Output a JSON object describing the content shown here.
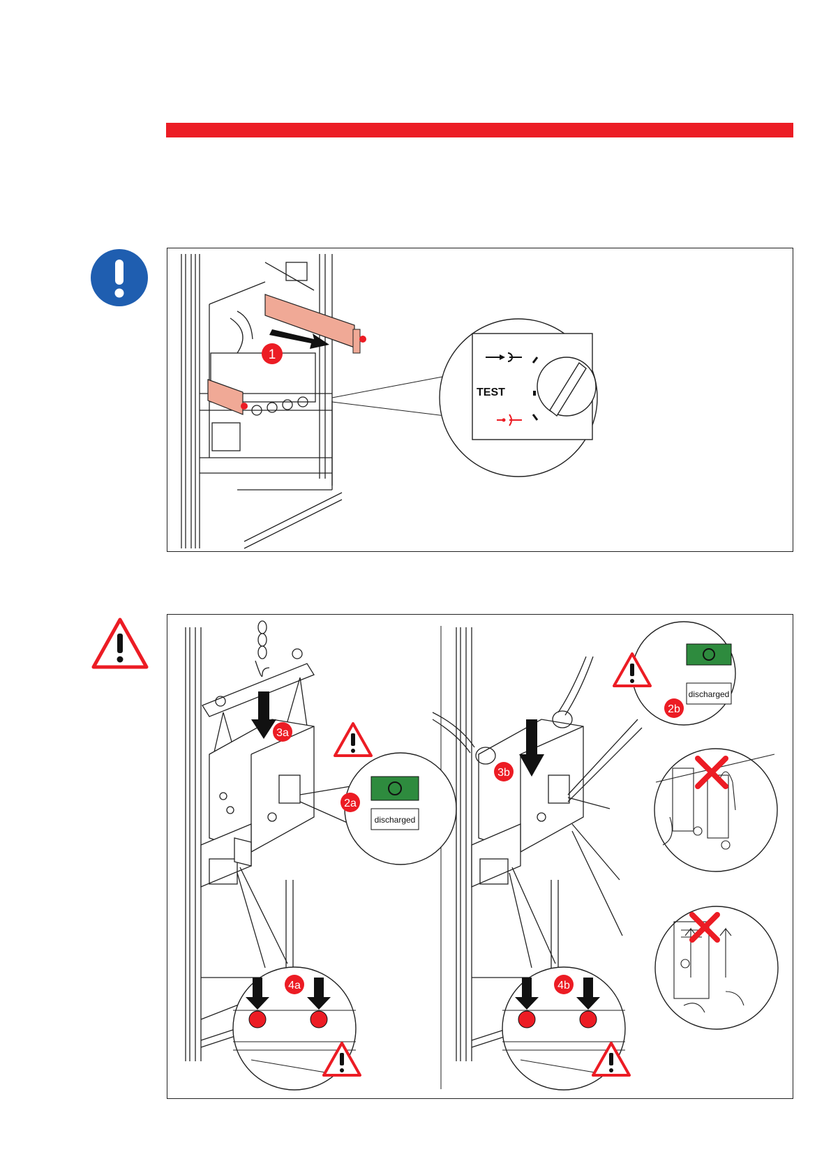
{
  "colors": {
    "accent_red": "#ec1c24",
    "info_blue": "#1f5eb0",
    "indicator_green": "#2e8b3e",
    "highlight_pink": "#f0a996"
  },
  "icons": {
    "notice": "exclamation-circle-icon",
    "warning": "warning-triangle-icon"
  },
  "figure1": {
    "step_label": "1",
    "dial_labels": {
      "test": "TEST"
    }
  },
  "figure2": {
    "left": {
      "steps": {
        "lower": "3a",
        "indicator": "2a",
        "check": "4a"
      },
      "spring_status": "discharged"
    },
    "right": {
      "steps": {
        "lower": "3b",
        "indicator": "2b",
        "check": "4b"
      },
      "spring_status": "discharged"
    }
  }
}
